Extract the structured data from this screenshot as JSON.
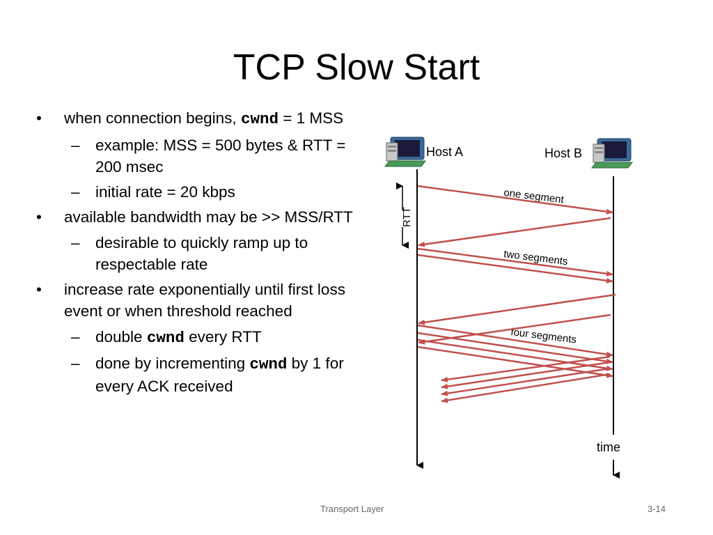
{
  "slide": {
    "title": "TCP Slow Start",
    "footer_left": "Transport Layer",
    "footer_right": "3-14"
  },
  "bullets": {
    "b1": {
      "pre": "when connection begins, ",
      "code": "cwnd",
      "post": " = 1 MSS"
    },
    "b1_sub1": "example: MSS = 500 bytes & RTT = 200 msec",
    "b1_sub2": "initial rate = 20 kbps",
    "b2": "available bandwidth may be >> MSS/RTT",
    "b2_sub1": "desirable to quickly ramp up to respectable rate",
    "b3": "increase rate exponentially until first loss event or when threshold reached",
    "b3_sub1": {
      "pre": "double ",
      "code": "cwnd",
      "post": " every RTT"
    },
    "b3_sub2": {
      "pre": "done by incrementing ",
      "code": "cwnd",
      "post": " by 1 for every ACK received"
    }
  },
  "diagram": {
    "host_a": "Host A",
    "host_b": "Host B",
    "rtt": "RTT",
    "time": "time",
    "labels": {
      "one": "one segment",
      "two": "two segments",
      "four": "four segments"
    },
    "arrow_color": "#c0504d",
    "icons": {
      "host_a": "computer-icon",
      "host_b": "computer-icon"
    }
  }
}
